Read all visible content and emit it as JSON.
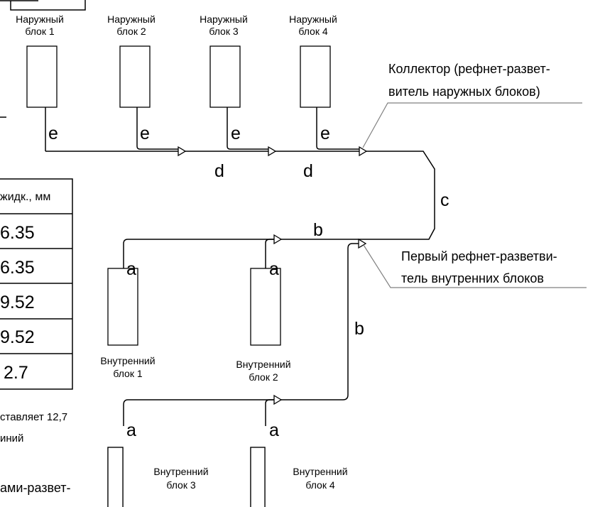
{
  "table": {
    "header": "жидк., мм",
    "rows": [
      "6.35",
      "6.35",
      "9.52",
      "9.52",
      "2.7"
    ]
  },
  "fragments": {
    "left_line1": "ставляет 12,7",
    "left_line2": "иний",
    "left_line3": "ами-развет-"
  },
  "outdoor_units": [
    {
      "line1": "Наружный",
      "line2": "блок 1"
    },
    {
      "line1": "Наружный",
      "line2": "блок 2"
    },
    {
      "line1": "Наружный",
      "line2": "блок 3"
    },
    {
      "line1": "Наружный",
      "line2": "блок 4"
    }
  ],
  "indoor_units": [
    {
      "line1": "Внутренний",
      "line2": "блок 1"
    },
    {
      "line1": "Внутренний",
      "line2": "блок 2"
    },
    {
      "line1": "Внутренний",
      "line2": "блок 3"
    },
    {
      "line1": "Внутренний",
      "line2": "блок 4"
    }
  ],
  "segment_labels": {
    "e": "e",
    "d": "d",
    "c": "c",
    "b": "b",
    "a": "a"
  },
  "annotations": {
    "collector_line1": "Коллектор (рефнет-развет-",
    "collector_line2": "витель наружных блоков)",
    "first_refnet_line1": "Первый рефнет-разветви-",
    "first_refnet_line2": "тель внутренних блоков"
  }
}
